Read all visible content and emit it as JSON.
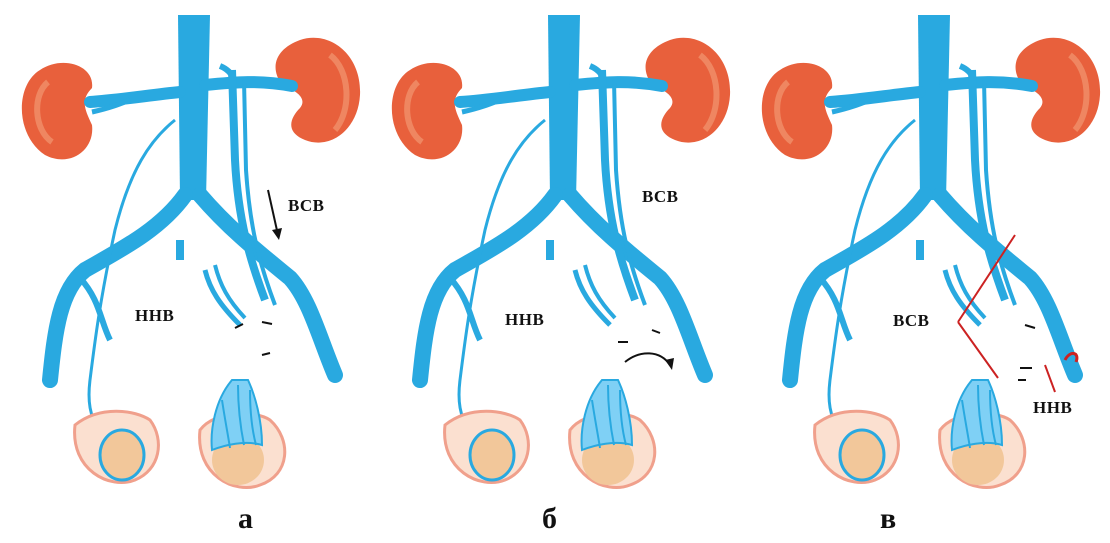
{
  "panels": [
    {
      "id": "a",
      "caption": "а",
      "vsv_label": "ВСВ",
      "nnv_label": "ННВ"
    },
    {
      "id": "b",
      "caption": "б",
      "vsv_label": "ВСВ",
      "nnv_label": "ННВ"
    },
    {
      "id": "c",
      "caption": "в",
      "vsv_label": "ВСВ",
      "nnv_label": "ННВ"
    }
  ],
  "colors": {
    "vein": "#29a9e0",
    "vein_light": "#7fd0f5",
    "kidney": "#e8603c",
    "kidney_light": "#f3a07a",
    "testis": "#f2c79a",
    "scrotum_edge": "#f0a08c",
    "annotation_line": "#cc2222"
  }
}
